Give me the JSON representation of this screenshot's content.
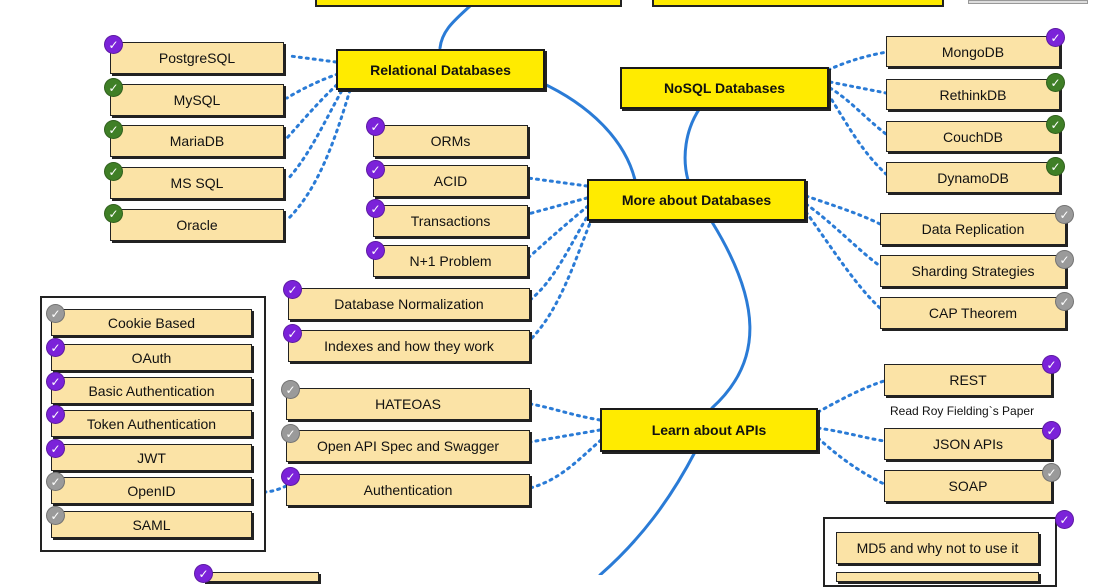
{
  "badges": {
    "done": {
      "color": "#7b22d9",
      "icon": "check-circle-icon"
    },
    "recommended": {
      "color": "#3f7f26",
      "icon": "check-circle-icon"
    },
    "optional": {
      "color": "#9a9a9a",
      "icon": "check-circle-icon"
    }
  },
  "colors": {
    "topic": "#ffeb00",
    "subtopic": "#fbe3a6",
    "spine": "#2a7bd6"
  },
  "topics": {
    "relational": "Relational Databases",
    "nosql": "NoSQL Databases",
    "more_db": "More about Databases",
    "apis": "Learn about APIs"
  },
  "relational_items": [
    "PostgreSQL",
    "MySQL",
    "MariaDB",
    "MS SQL",
    "Oracle"
  ],
  "nosql_items": [
    "MongoDB",
    "RethinkDB",
    "CouchDB",
    "DynamoDB"
  ],
  "more_db_left": [
    "ORMs",
    "ACID",
    "Transactions",
    "N+1 Problem",
    "Database Normalization",
    "Indexes and how they work"
  ],
  "more_db_right": [
    "Data Replication",
    "Sharding Strategies",
    "CAP Theorem"
  ],
  "api_left": [
    "HATEOAS",
    "Open API Spec and Swagger",
    "Authentication"
  ],
  "api_right": [
    "REST",
    "JSON APIs",
    "SOAP"
  ],
  "api_note": "Read Roy Fielding`s Paper",
  "auth_items": [
    "Cookie Based",
    "OAuth",
    "Basic Authentication",
    "Token Authentication",
    "JWT",
    "OpenID",
    "SAML"
  ],
  "security_items": [
    "MD5 and why not to use it"
  ]
}
